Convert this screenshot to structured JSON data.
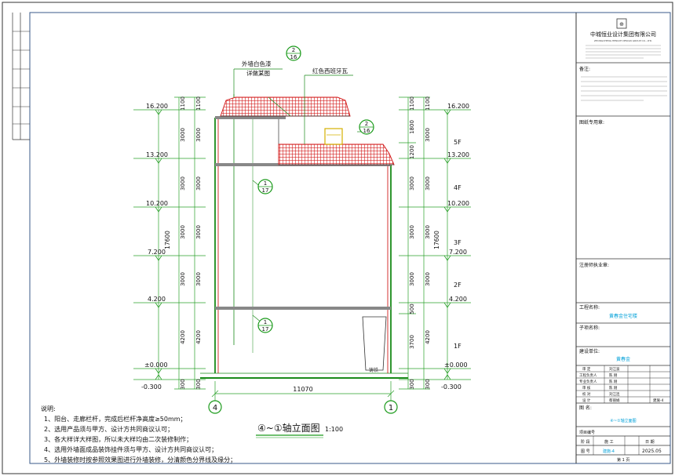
{
  "drawing": {
    "title_main": "④~①轴立面图",
    "title_scale": "1:100",
    "total_width": "11070",
    "total_height": "17600",
    "grid_left": "4",
    "grid_right": "1"
  },
  "levels_left": [
    {
      "label": "16.200"
    },
    {
      "label": "13.200"
    },
    {
      "label": "10.200"
    },
    {
      "label": "7.200"
    },
    {
      "label": "4.200"
    },
    {
      "label": "±0.000"
    },
    {
      "label": "-0.300"
    }
  ],
  "levels_right": [
    {
      "label": "16.200"
    },
    {
      "label": "13.200"
    },
    {
      "label": "10.200"
    },
    {
      "label": "7.200"
    },
    {
      "label": "4.200"
    },
    {
      "label": "±0.000"
    },
    {
      "label": "-0.300"
    }
  ],
  "left_dims_inner": [
    "1100",
    "3000",
    "3000",
    "3000",
    "3000",
    "4200",
    "300"
  ],
  "left_dims_outer": [
    "1100",
    "3000",
    "3000",
    "3000",
    "3000",
    "4200",
    "300"
  ],
  "right_dims_inner": [
    "1100",
    "1800",
    "1200",
    "3000",
    "3000",
    "3000",
    "500",
    "3700",
    "300"
  ],
  "right_dims_outer": [
    "1100",
    "3000",
    "3000",
    "3000",
    "3000",
    "4200",
    "300"
  ],
  "floors": [
    "5F",
    "4F",
    "3F",
    "2F",
    "1F"
  ],
  "annotations": {
    "wall_note_1": "外墙白色漆",
    "wall_note_2": "详做某图",
    "roof_note": "红色西班牙瓦",
    "callout_1_top": "2",
    "callout_1_bottom": "16",
    "callout_2_top": "2",
    "callout_2_bottom": "16",
    "callout_3_top": "1",
    "callout_3_bottom": "17",
    "callout_4_top": "1",
    "callout_4_bottom": "17",
    "door_label": "铸铁"
  },
  "notes": {
    "heading": "说明:",
    "items": [
      "1、阳台、走廊栏杆，完成后栏杆净高度≥50mm；",
      "2、选用产品须与甲方、设计方共同商议认可；",
      "3、各大样详大样图，所以未大样均由二次装修制作；",
      "4、选用外墙面成品装饰挂件须与甲方、设计方共同商议认可；",
      "5、外墙装修时按参照效果图进行外墙装修，分清颜色分界线及缘分；"
    ]
  },
  "title_block": {
    "company": "中城恒业设计集团有限公司",
    "company_en": "ZHONGCHENG HENGYE DESIGN GROUP CO., LTD.",
    "remarks_label": "备注:",
    "stamp_label": "图纸专用章:",
    "reg_label": "注册师执业章:",
    "project_label": "工程名称:",
    "project_name": "黄春金住宅楼",
    "subproject_label": "子项名称:",
    "client_label": "建设单位:",
    "client_name": "黄春金",
    "sign_rows": [
      {
        "role": "审 定",
        "name": "刘江波"
      },
      {
        "role": "工程负责人",
        "name": "陈 刚"
      },
      {
        "role": "专业负责人",
        "name": "陈 刚"
      },
      {
        "role": "审 核",
        "name": "陈 刚"
      },
      {
        "role": "校 对",
        "name": "刘江连"
      },
      {
        "role": "设 计",
        "name": "蔡丽娟"
      }
    ],
    "sheet_code": "建施-4",
    "drawing_name_label": "图 名:",
    "drawing_name": "④~①轴立面图",
    "project_no_label": "项目编号",
    "phase_label": "阶 段",
    "phase_value": "施 工",
    "date_label": "日 期",
    "sheet_no_label": "图 号",
    "sheet_no_value": "建施-4",
    "date_value": "2025.05",
    "page_label": "第 1 页"
  },
  "colors": {
    "frame": "#3a5a8a",
    "tile": "#d42020",
    "wall_green": "#1a8a1a",
    "dim_green": "#2aa02a",
    "wall_red": "#cc0000",
    "callout_green": "#1a9a1a",
    "title_blue": "#00a0d8"
  }
}
